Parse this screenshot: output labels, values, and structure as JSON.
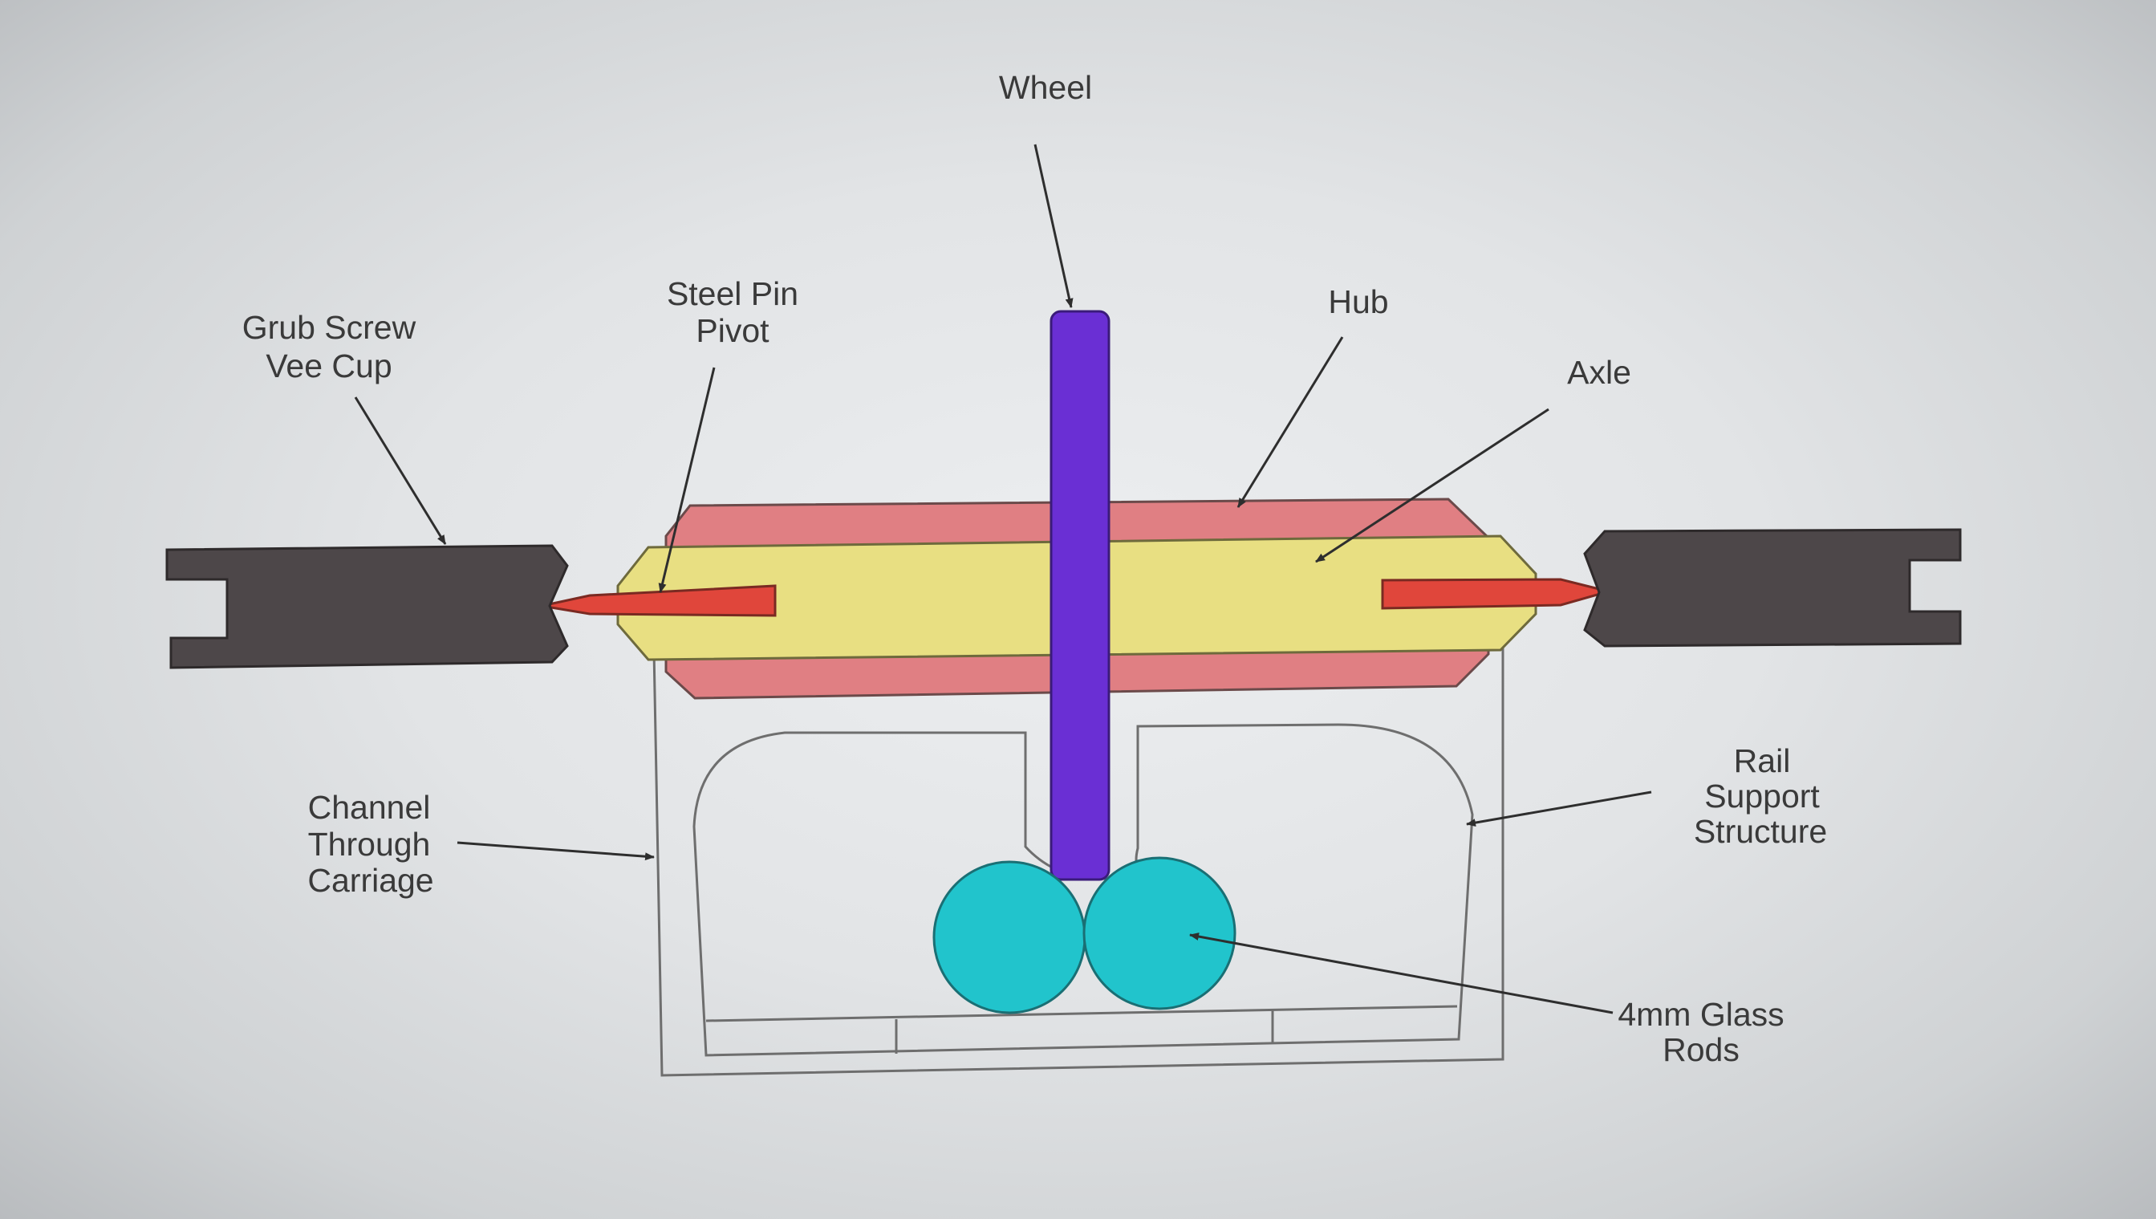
{
  "diagram": {
    "labels": {
      "wheel": "Wheel",
      "steel_pin_line1": "Steel Pin",
      "steel_pin_line2": "Pivot",
      "grub_screw_line1": "Grub Screw",
      "grub_screw_line2": "Vee Cup",
      "hub": "Hub",
      "axle": "Axle",
      "channel_line1": "Channel",
      "channel_line2": "Through",
      "channel_line3": "Carriage",
      "rail_line1": "Rail",
      "rail_line2": "Support",
      "rail_line3": "Structure",
      "rods_line1": "4mm Glass",
      "rods_line2": "Rods"
    },
    "colors": {
      "grub_screw": "#4d4749",
      "steel_pin": "#e0463b",
      "axle": "#e8df82",
      "hub": "#e07f83",
      "wheel": "#6a2fd4",
      "glass_rod": "#21c4cc",
      "outline": "#555555",
      "arrow": "#2e2e2e"
    }
  }
}
